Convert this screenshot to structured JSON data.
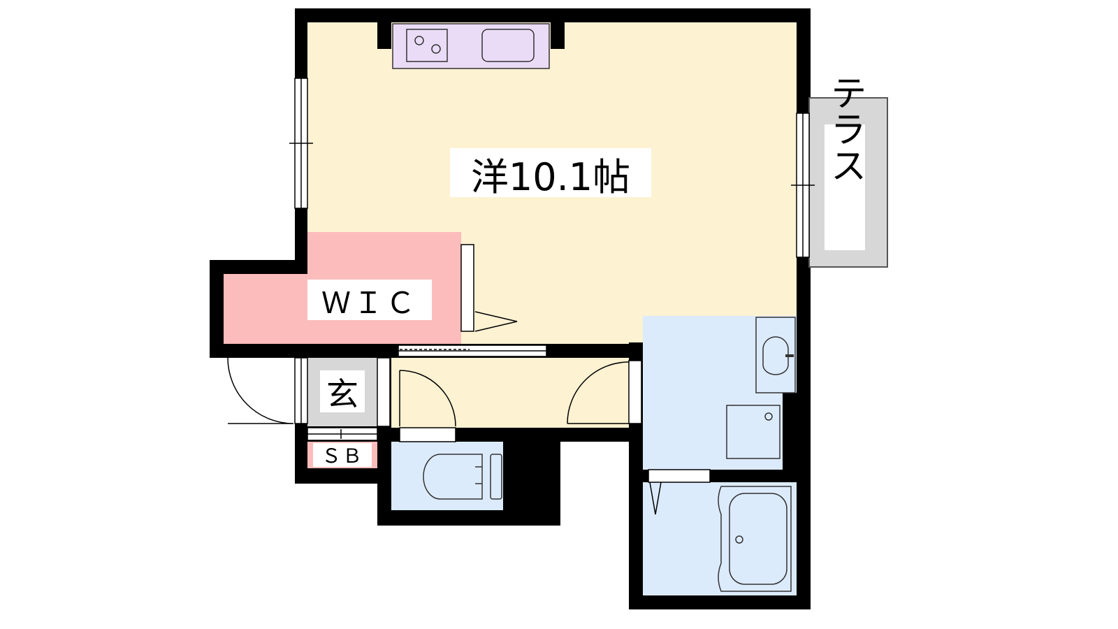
{
  "rooms": {
    "western": {
      "label": "洋10.1帖",
      "color": "#fdf2d2"
    },
    "wic": {
      "label": "ＷＩＣ",
      "color": "#fcbcbc"
    },
    "entrance": {
      "label": "玄",
      "color": "#d7d7d7"
    },
    "shoebox": {
      "label": "ＳＢ",
      "color": "#fcbcbc"
    },
    "terrace": {
      "label": "テラス",
      "color": "#d7d7d7"
    },
    "wet_areas": {
      "color": "#dcebfc"
    }
  },
  "kitchen": {
    "color": "#eadcf7"
  },
  "colors": {
    "wall": "#000000",
    "fixture_stroke": "#333333"
  }
}
